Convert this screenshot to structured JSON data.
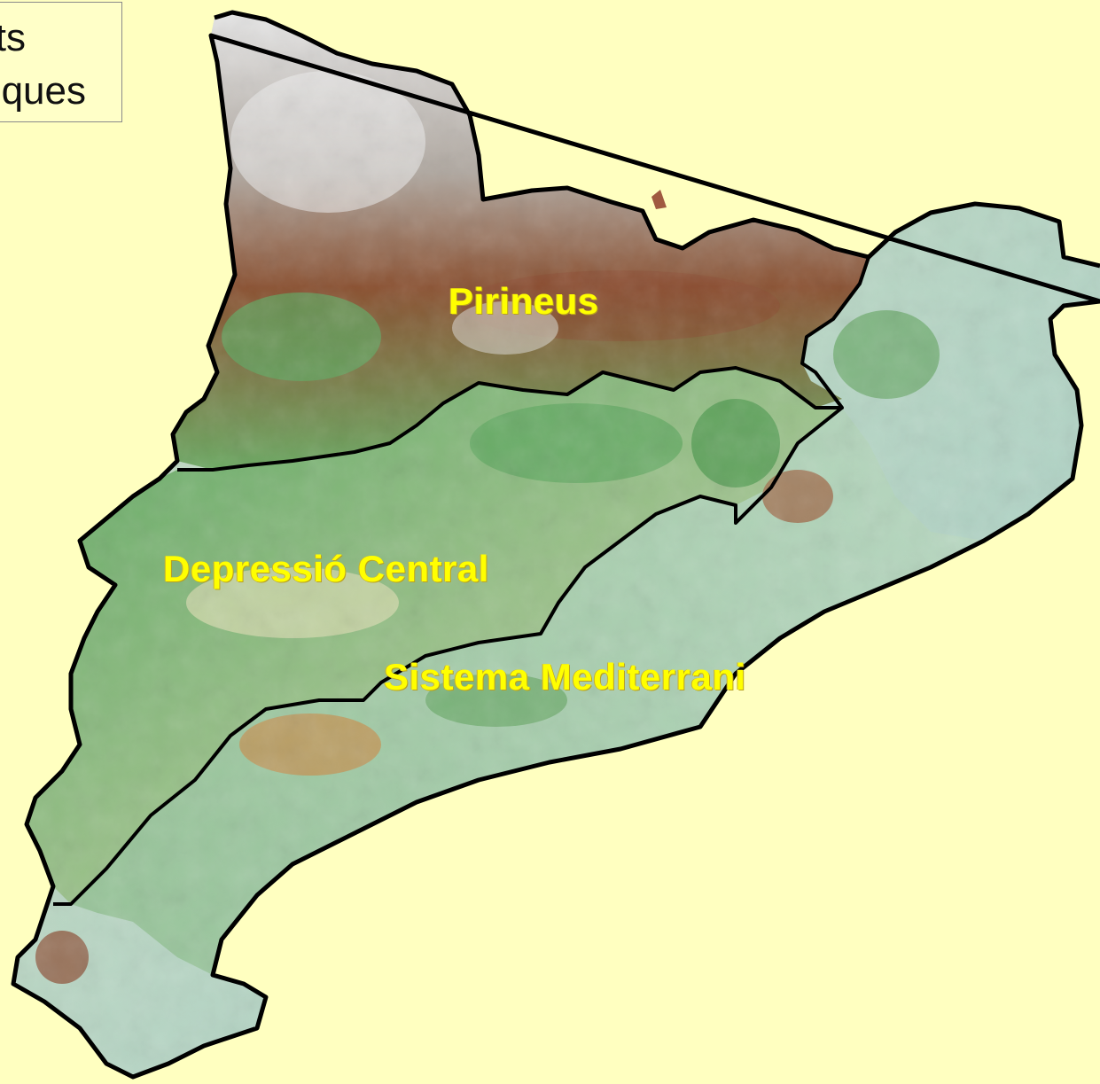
{
  "legend": {
    "line1": "ts",
    "line2": "ques"
  },
  "regions": {
    "pirineus": "Pirineus",
    "depressio_central": "Depressió Central",
    "sistema_mediterrani": "Sistema Mediterrani"
  },
  "colors": {
    "background": "#ffffc0",
    "label": "#ffff00",
    "border": "#000000",
    "lowland": "#b8d8c0",
    "plain": "#d8dcb0",
    "forest": "#5fa860",
    "mid": "#c89858",
    "high": "#8b4a30",
    "peak": "#e8e8e8"
  }
}
